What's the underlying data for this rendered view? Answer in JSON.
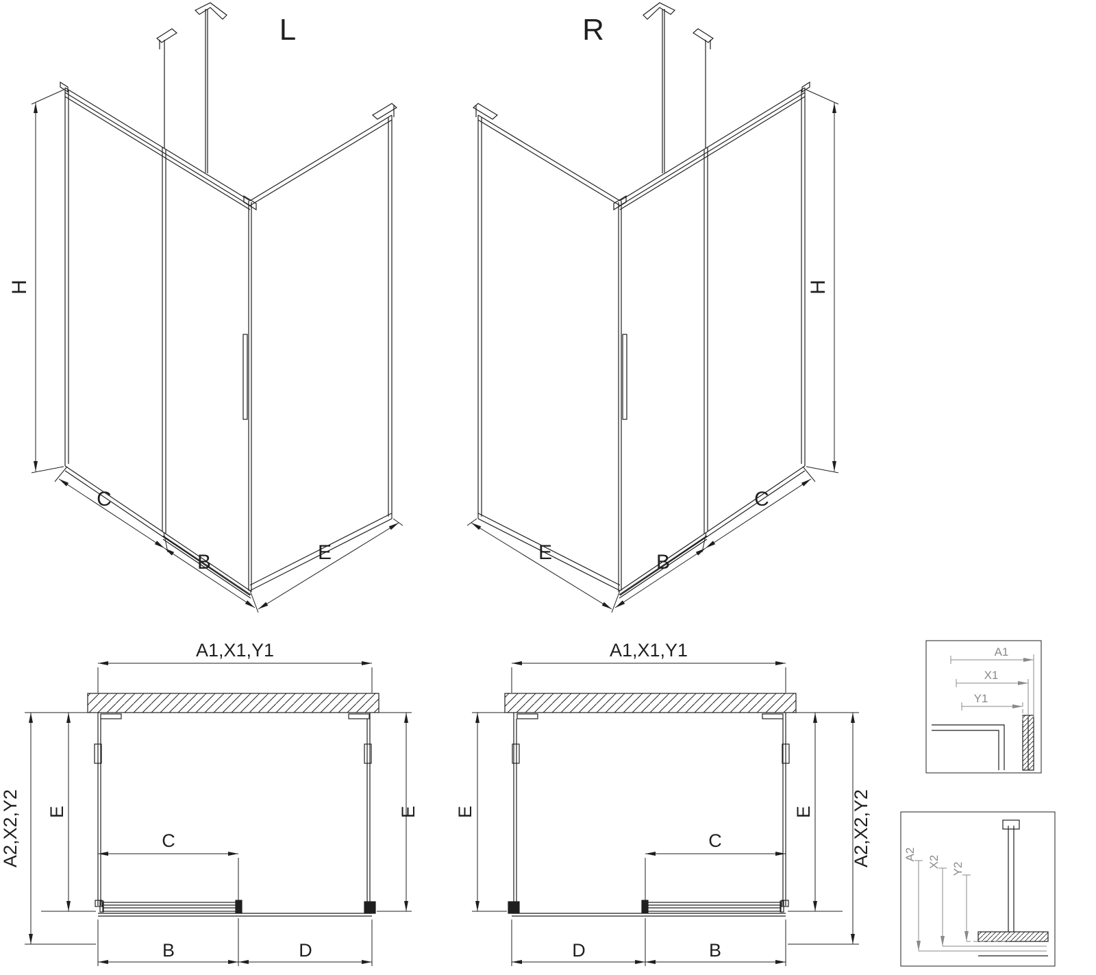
{
  "colors": {
    "line": "#1f1f1f",
    "detail_gray": "#8a8a8a",
    "background": "#ffffff"
  },
  "iso_left": {
    "title": "L",
    "dims": {
      "height": "H",
      "c": "C",
      "b": "B",
      "e": "E"
    }
  },
  "iso_right": {
    "title": "R",
    "dims": {
      "height": "H",
      "c": "C",
      "b": "B",
      "e": "E"
    }
  },
  "plan_left": {
    "dims": {
      "top": "A1,X1,Y1",
      "side_outer": "A2,X2,Y2",
      "e_left": "E",
      "e_right": "E",
      "c": "C",
      "b": "B",
      "d": "D"
    }
  },
  "plan_right": {
    "dims": {
      "top": "A1,X1,Y1",
      "side_outer": "A2,X2,Y2",
      "e_left": "E",
      "e_right": "E",
      "c": "C",
      "b": "B",
      "d": "D"
    }
  },
  "detail_top": {
    "labels": {
      "a1": "A1",
      "x1": "X1",
      "y1": "Y1"
    }
  },
  "detail_bottom": {
    "labels": {
      "a2": "A2",
      "x2": "X2",
      "y2": "Y2"
    }
  }
}
